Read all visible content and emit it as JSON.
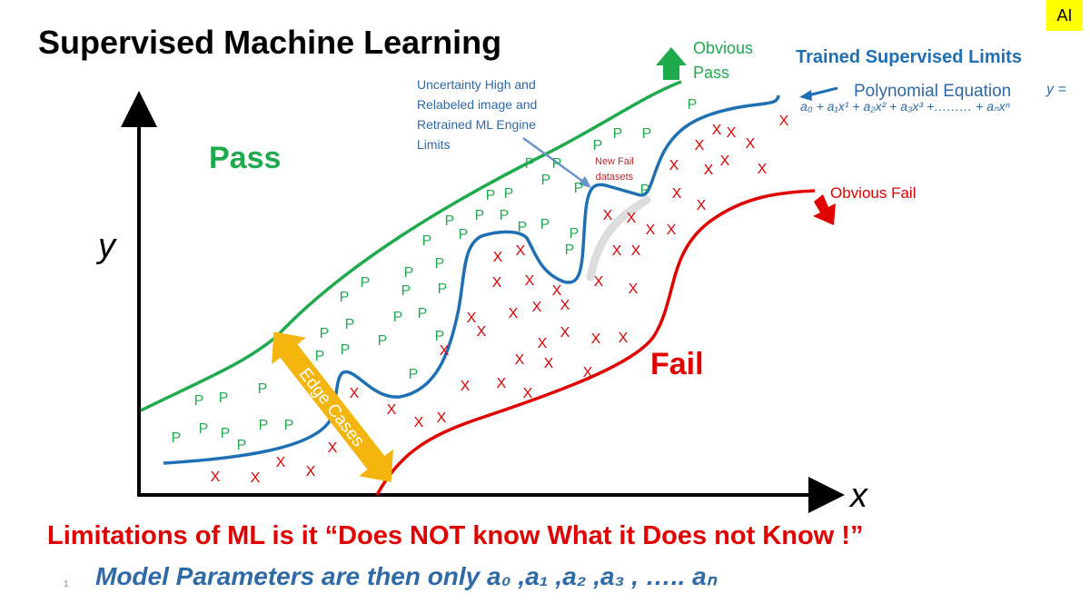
{
  "title": "Supervised Machine Learning",
  "badge": "AI",
  "labels": {
    "pass": "Pass",
    "fail": "Fail",
    "y_axis": "y",
    "x_axis": "x",
    "obvious_pass": [
      "Obvious",
      "Pass"
    ],
    "obvious_fail": "Obvious Fail",
    "trained_limits": "Trained Supervised Limits",
    "polynomial": "Polynomial Equation",
    "equation_lhs": "y =",
    "equation_rhs": "a₀ + a₁x¹ + a₂x² + a₃x³ +……… + aₙxⁿ",
    "uncertainty": "Uncertainty High and Relabeled image and Retrained ML Engine Limits",
    "new_fail": [
      "New Fail",
      "datasets"
    ],
    "edge_cases": "Edge Cases"
  },
  "markers": {
    "pass": "P",
    "fail": "X"
  },
  "footer": {
    "limitation": "Limitations of ML is it “Does NOT know What it Does not Know !”",
    "parameters": "Model Parameters are then only a₀ ,a₁ ,a₂ ,a₃ , ….. aₙ",
    "page_number": "1"
  },
  "colors": {
    "pass": "#1faa4e",
    "fail": "#e00000",
    "limit": "#1f6fb4",
    "edge": "#f5b50f",
    "badge": "#ffff00"
  }
}
